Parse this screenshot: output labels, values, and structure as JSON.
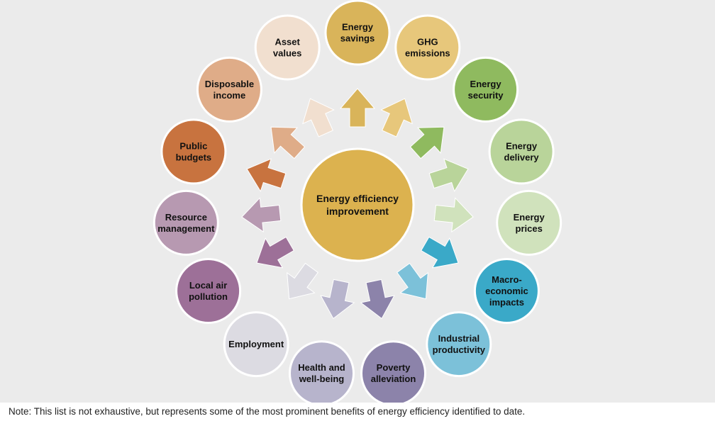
{
  "center": {
    "lines": [
      "Energy efficiency",
      "improvement"
    ],
    "color": "#dcb24f"
  },
  "benefits": [
    {
      "lines": [
        "Energy",
        "savings"
      ],
      "color": "#d9b45a"
    },
    {
      "lines": [
        "GHG",
        "emissions"
      ],
      "color": "#e7c77b"
    },
    {
      "lines": [
        "Energy",
        "security"
      ],
      "color": "#8fba5f"
    },
    {
      "lines": [
        "Energy",
        "delivery"
      ],
      "color": "#b9d49a"
    },
    {
      "lines": [
        "Energy",
        "prices"
      ],
      "color": "#d0e2bc"
    },
    {
      "lines": [
        "Macro-",
        "economic",
        "impacts"
      ],
      "color": "#3aa9c8"
    },
    {
      "lines": [
        "Industrial",
        "productivity"
      ],
      "color": "#7cc1d9"
    },
    {
      "lines": [
        "Poverty",
        "alleviation"
      ],
      "color": "#8c83aa"
    },
    {
      "lines": [
        "Health and",
        "well-being"
      ],
      "color": "#b7b4cc"
    },
    {
      "lines": [
        "Employment"
      ],
      "color": "#dcdbe2"
    },
    {
      "lines": [
        "Local air",
        "pollution"
      ],
      "color": "#9d7098"
    },
    {
      "lines": [
        "Resource",
        "management"
      ],
      "color": "#b799b1"
    },
    {
      "lines": [
        "Public",
        "budgets"
      ],
      "color": "#c8733f"
    },
    {
      "lines": [
        "Disposable",
        "income"
      ],
      "color": "#dfac88"
    },
    {
      "lines": [
        "Asset",
        "values"
      ],
      "color": "#f1dfcf"
    }
  ],
  "note": "Note: This list is not exhaustive, but represents some of the most prominent benefits of energy efficiency identified to date."
}
